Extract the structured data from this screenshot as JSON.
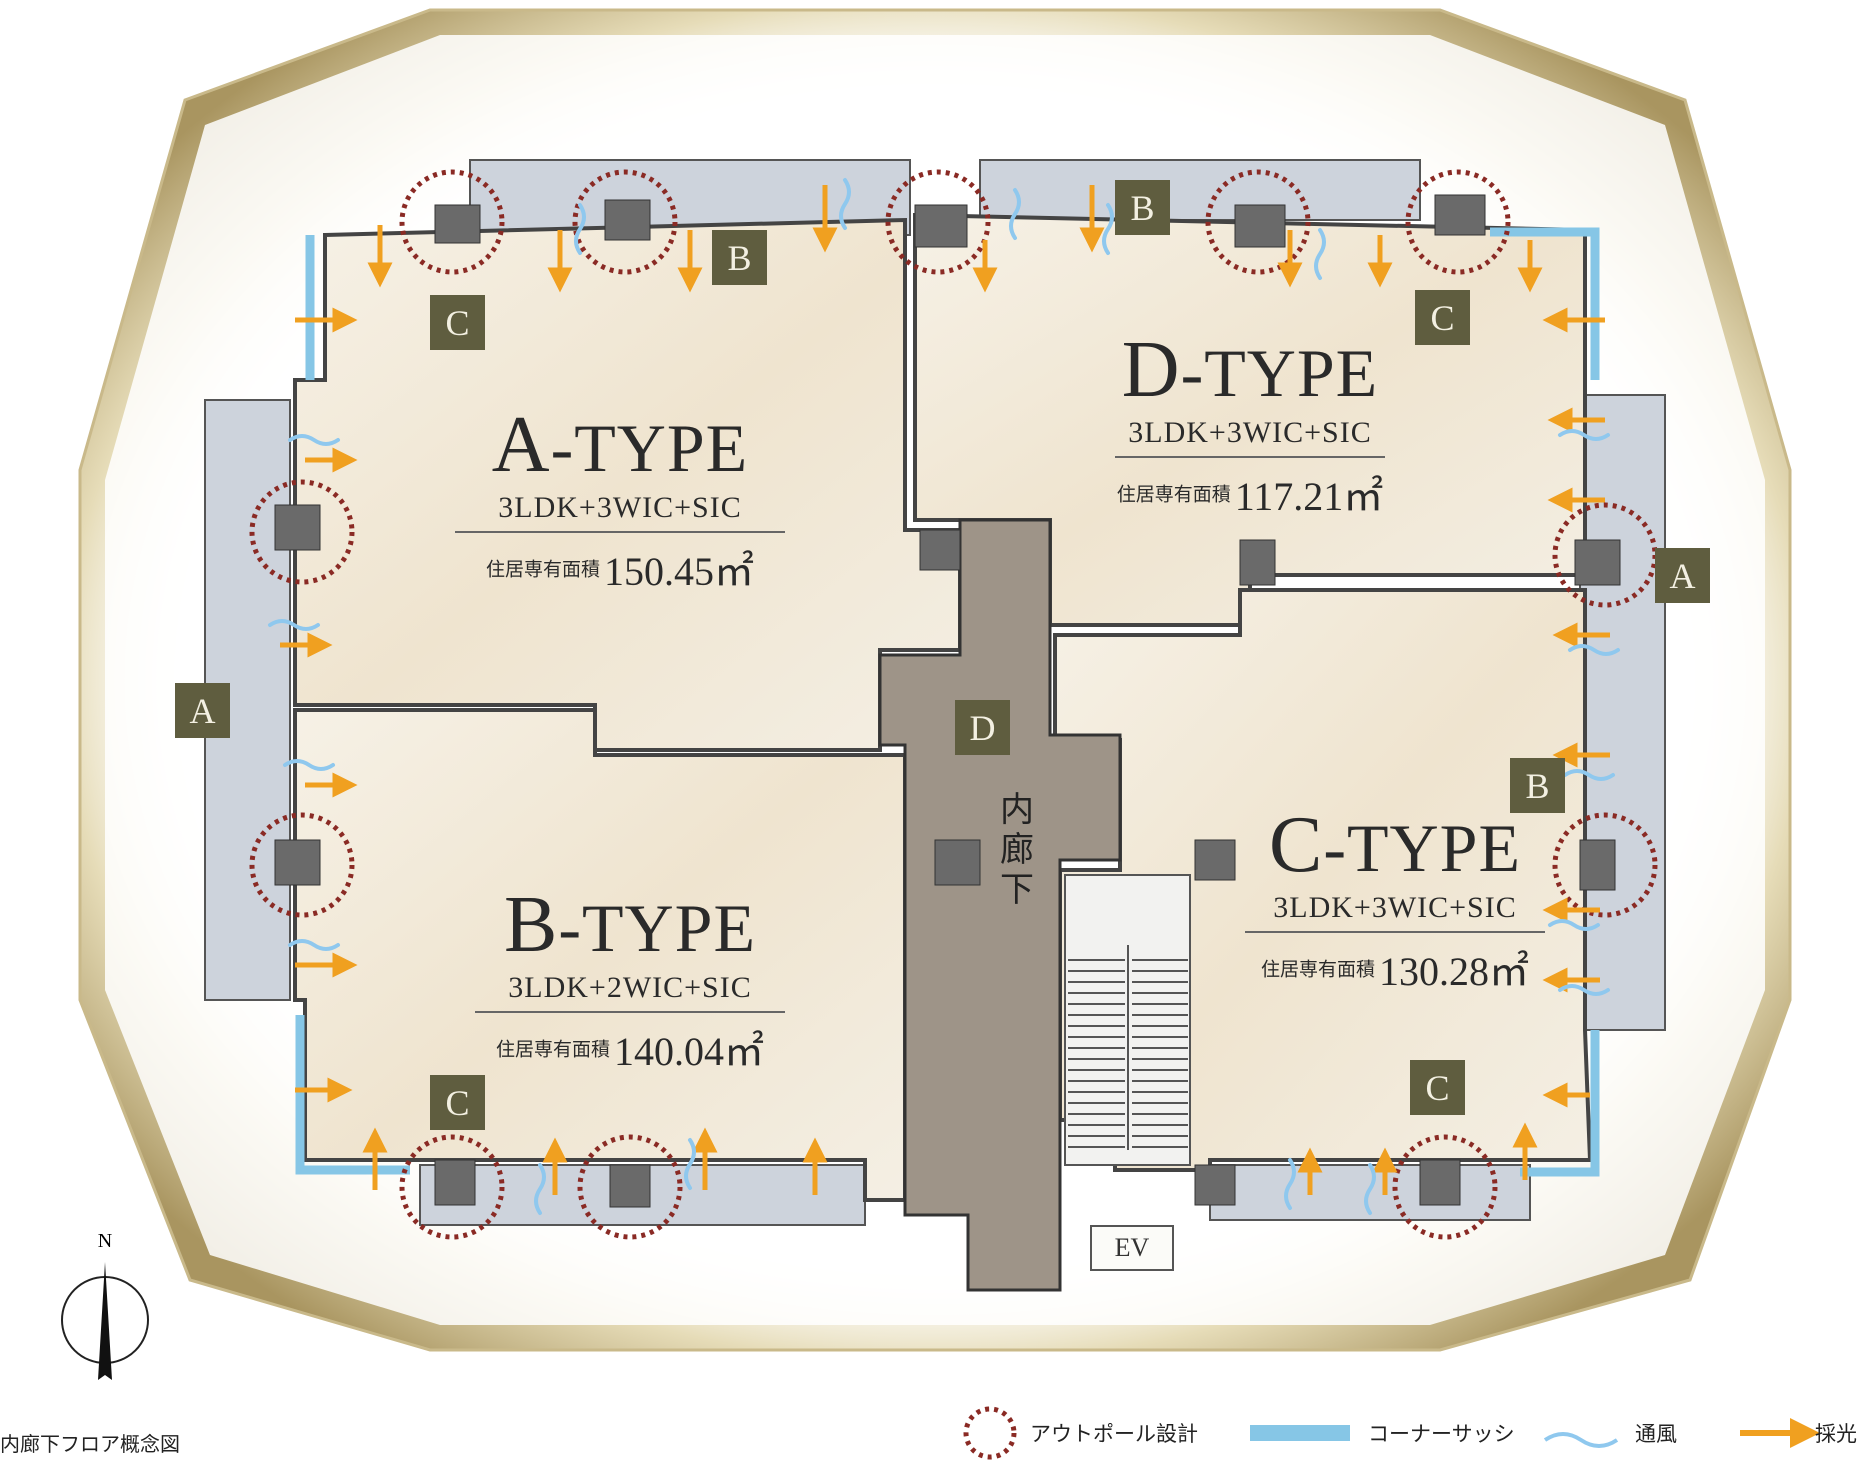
{
  "units": [
    {
      "key": "a",
      "name_cap": "A",
      "name_rest": "-TYPE",
      "layout": "3LDK+3WIC+SIC",
      "area_label": "住居専有面積",
      "area": "150.45㎡"
    },
    {
      "key": "b",
      "name_cap": "B",
      "name_rest": "-TYPE",
      "layout": "3LDK+2WIC+SIC",
      "area_label": "住居専有面積",
      "area": "140.04㎡"
    },
    {
      "key": "c",
      "name_cap": "C",
      "name_rest": "-TYPE",
      "layout": "3LDK+3WIC+SIC",
      "area_label": "住居専有面積",
      "area": "130.28㎡"
    },
    {
      "key": "d",
      "name_cap": "D",
      "name_rest": "-TYPE",
      "layout": "3LDK+3WIC+SIC",
      "area_label": "住居専有面積",
      "area": "117.21㎡"
    }
  ],
  "markers": {
    "a": "A",
    "b": "B",
    "c": "C",
    "d": "D"
  },
  "corridor_label": "内廊下",
  "elevator_label": "EV",
  "north_label": "N",
  "caption": "内廊下フロア概念図",
  "legend": [
    {
      "icon": "dotted-circle-icon",
      "label": "アウトポール設計"
    },
    {
      "icon": "corner-sash-icon",
      "label": "コーナーサッシ"
    },
    {
      "icon": "wind-icon",
      "label": "通風"
    },
    {
      "icon": "sunlight-arrow-icon",
      "label": "採光"
    }
  ],
  "colors": {
    "marker_bg": "#5f5d3f",
    "corner_sash": "#86c6e6",
    "outpole_circle": "#8a2a24",
    "daylight_arrow": "#f0a020",
    "wind": "#8fc8ee",
    "corridor": "#9e9488"
  }
}
